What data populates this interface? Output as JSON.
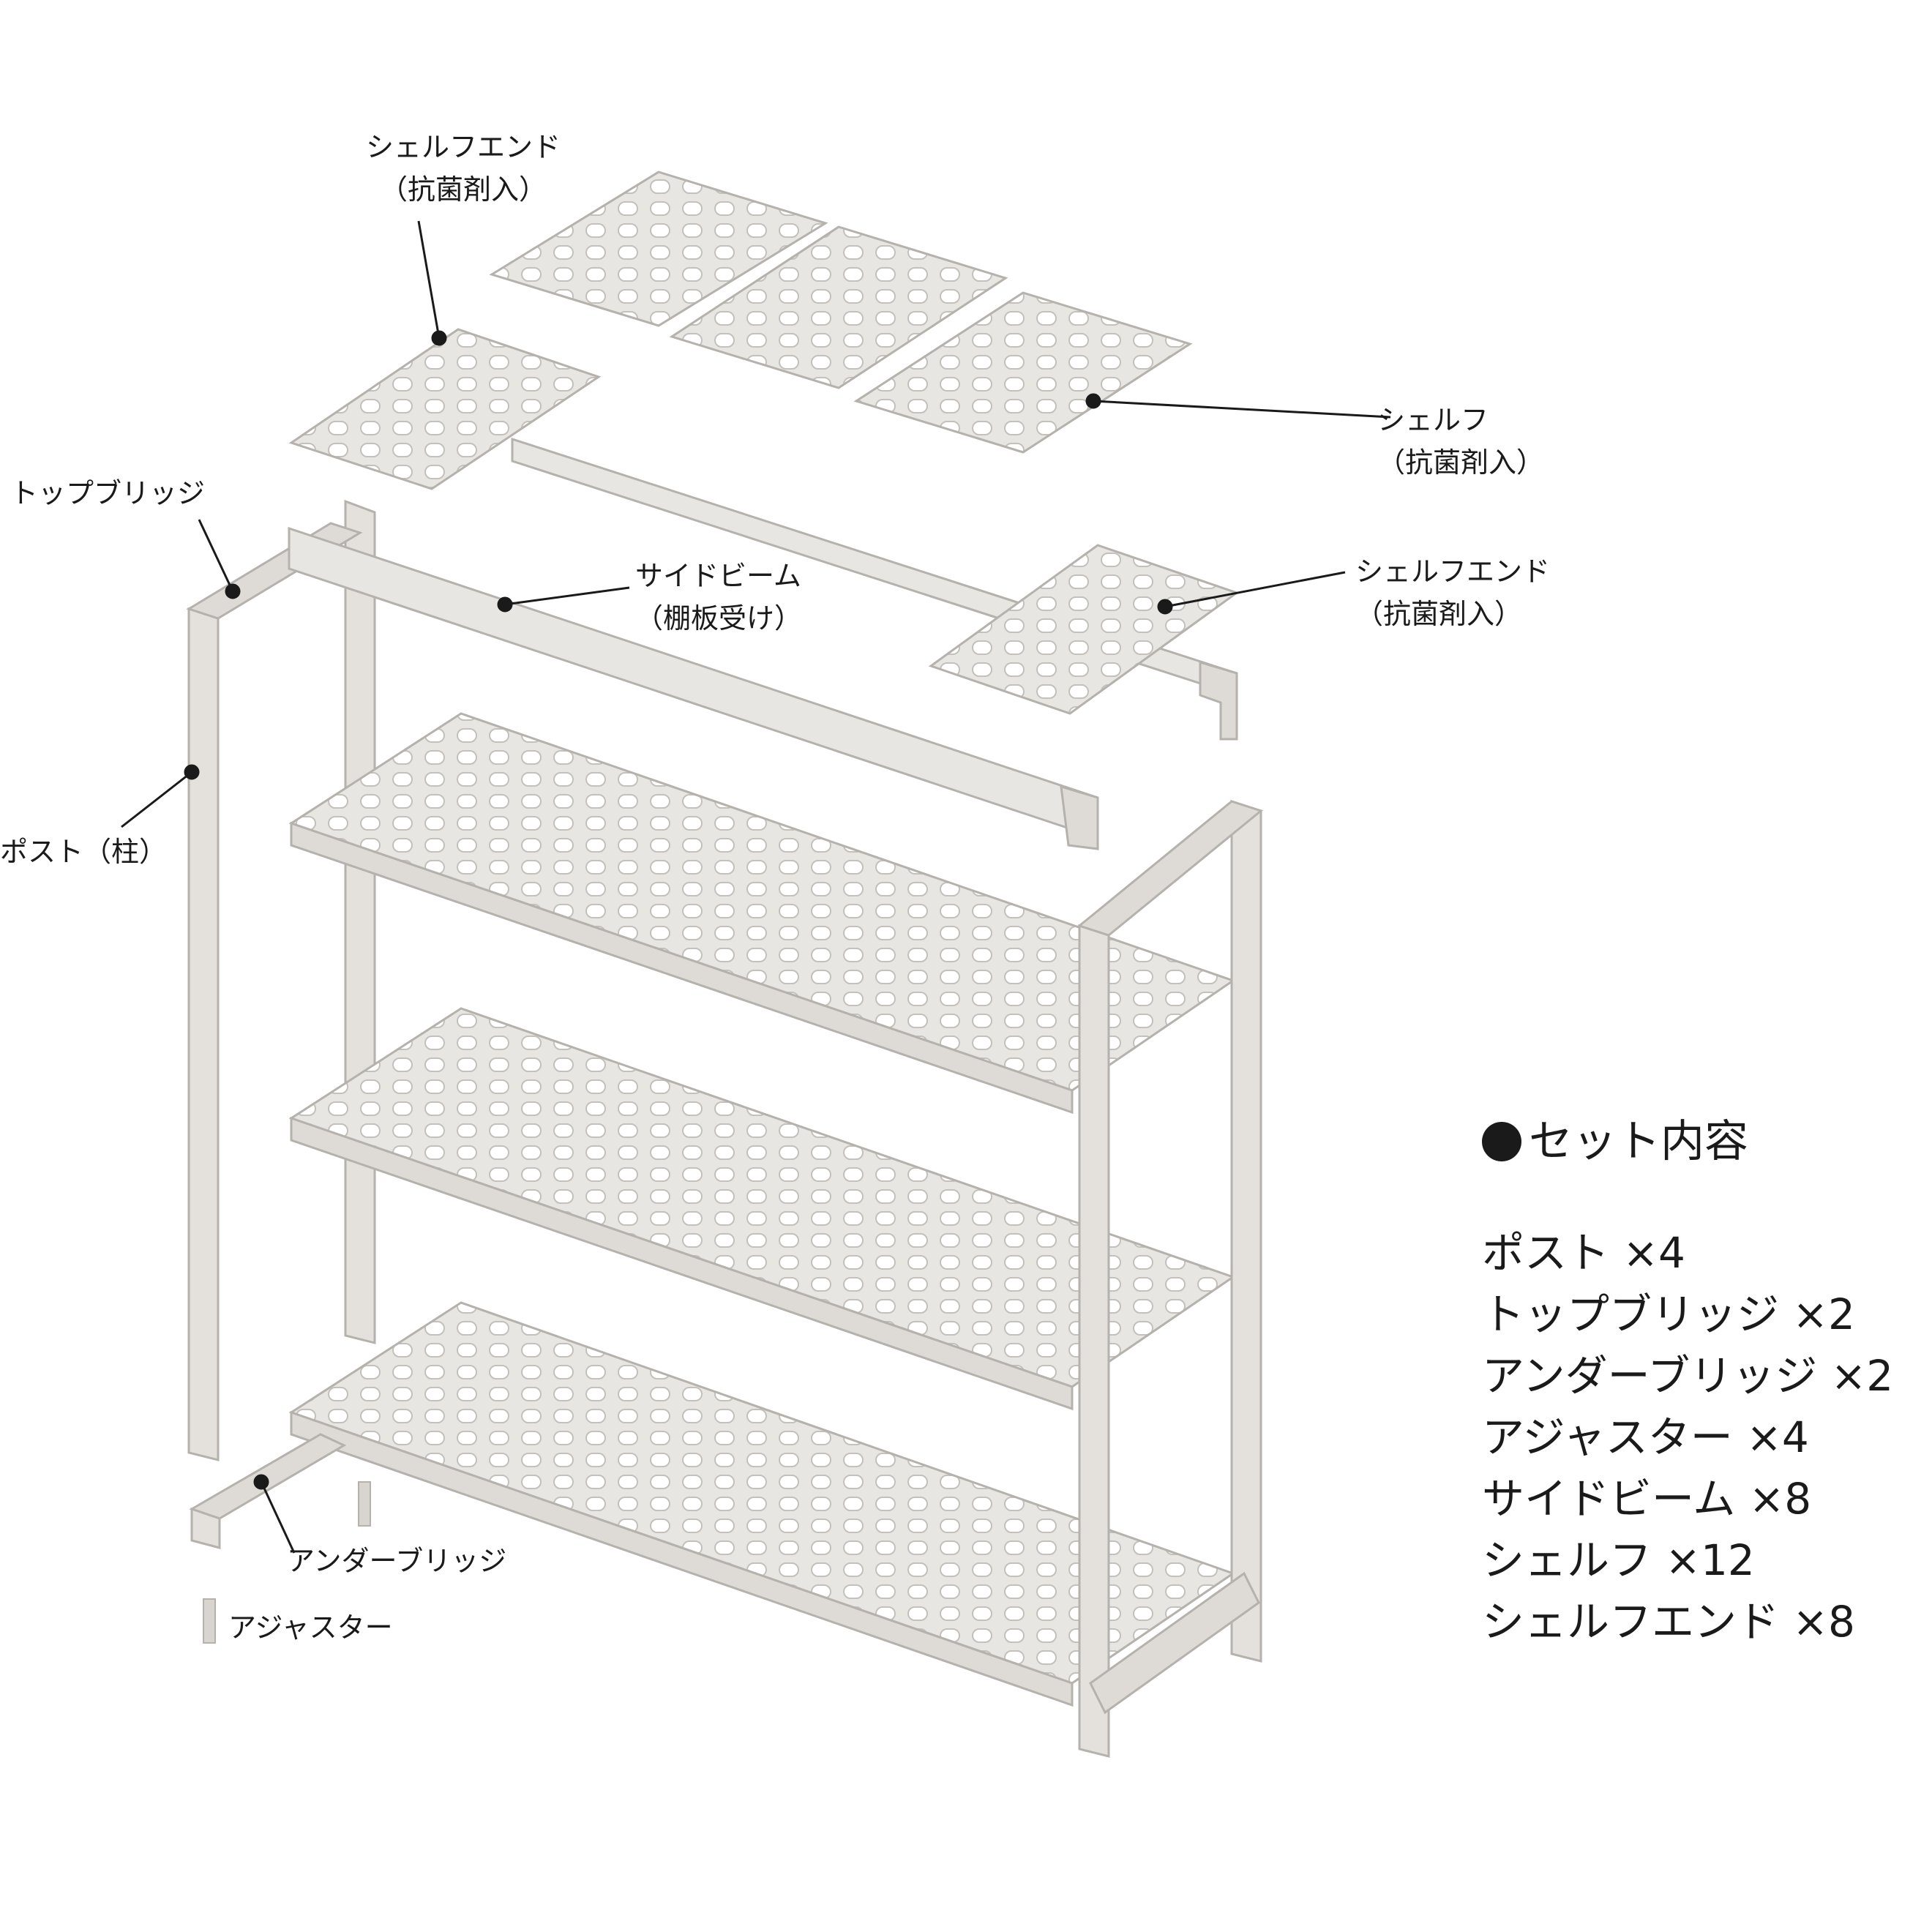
{
  "labels": {
    "shelf_end_top": [
      "シェルフエンド",
      "（抗菌剤入）"
    ],
    "shelf_right": [
      "シェルフ",
      "（抗菌剤入）"
    ],
    "top_bridge": [
      "トップブリッジ"
    ],
    "side_beam": [
      "サイドビーム",
      "（棚板受け）"
    ],
    "shelf_end_right": [
      "シェルフエンド",
      "（抗菌剤入）"
    ],
    "post": [
      "ポスト（柱）"
    ],
    "under_bridge": [
      "アンダーブリッジ"
    ],
    "adjuster": [
      "アジャスター"
    ]
  },
  "set_contents": {
    "title": "セット内容",
    "items": [
      "ポスト ×4",
      "トップブリッジ ×2",
      "アンダーブリッジ ×2",
      "アジャスター ×4",
      "サイドビーム ×8",
      "シェルフ ×12",
      "シェルフエンド ×8"
    ]
  },
  "colors": {
    "part_fill": "#e8e6e3",
    "part_stroke": "#b5b1ac",
    "slot": "#ffffff",
    "leader": "#1a1a1a"
  }
}
